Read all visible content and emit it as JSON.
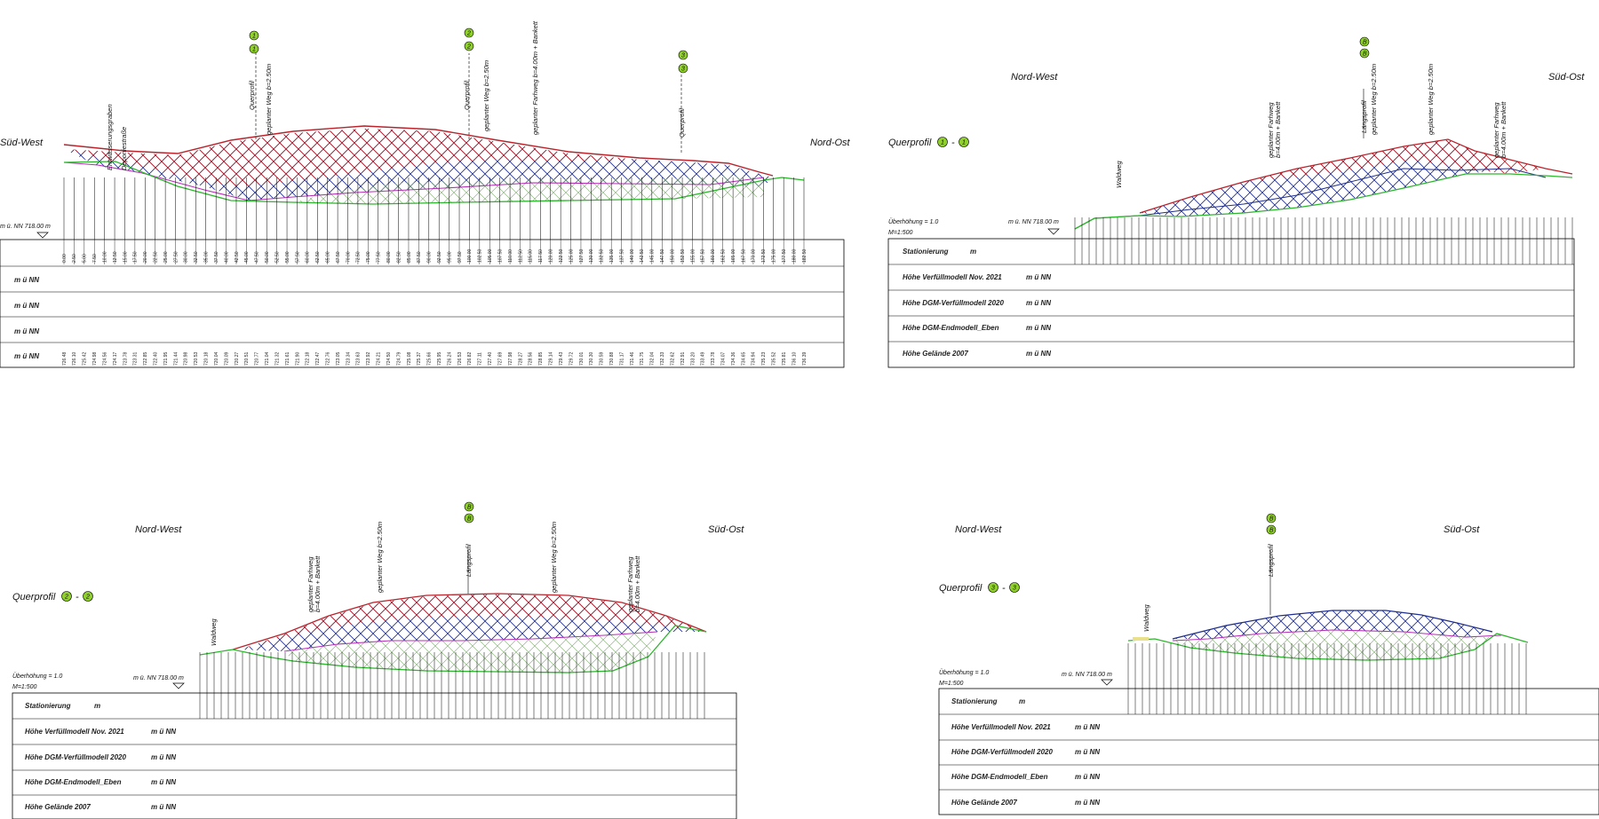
{
  "colors": {
    "fill_red": "#b8232c",
    "fill_blue": "#1f2e8c",
    "fill_green": "#6a9a5a",
    "line_green": "#2db52d",
    "line_magenta": "#b52fb5",
    "badge_green": "#8fd12a"
  },
  "row_labels": [
    "Stationierung",
    "Höhe Verfüllmodell Nov. 2021",
    "Höhe DGM-Verfüllmodell 2020",
    "Höhe DGM-Endmodell_Eben",
    "Höhe Gelände 2007"
  ],
  "units": {
    "station": "m",
    "height": "m ü NN"
  },
  "scale": {
    "exaggeration": "Überhöhung = 1.0",
    "ratio": "M=1:500"
  },
  "datum_label": "m ü. NN 718.00 m",
  "badges": {
    "p1": "1",
    "p2": "2",
    "p3": "3",
    "pB": "B"
  },
  "profiles": [
    {
      "id": "langsprofil",
      "left_dir": "Süd-West",
      "right_dir": "Nord-Ost",
      "title": "",
      "annotations": [
        {
          "id": "entw",
          "text": "Entwässerungsgraben"
        },
        {
          "id": "depo",
          "text": "Deponiestraße"
        },
        {
          "id": "q1",
          "text": "Querprofil"
        },
        {
          "id": "w1",
          "text": "geplanter Weg b=2.50m"
        },
        {
          "id": "q2",
          "text": "Querprofil"
        },
        {
          "id": "w2",
          "text": "geplanter Weg b=2.50m"
        },
        {
          "id": "f1",
          "text": "geplanter Farhweg b=4.00m + Bankett"
        },
        {
          "id": "q3",
          "text": "Querprofil"
        }
      ]
    },
    {
      "id": "querprofil_1",
      "left_dir": "Nord-West",
      "right_dir": "Süd-Ost",
      "title": "Querprofil",
      "annotations": [
        {
          "id": "wald",
          "text": "Waldweg"
        },
        {
          "id": "fa1",
          "text": "geplanter Farhweg"
        },
        {
          "id": "fa1b",
          "text": "b=4.00m + Bankett"
        },
        {
          "id": "lp",
          "text": "Längsprofil"
        },
        {
          "id": "wg",
          "text": "geplanter Weg b=2.50m"
        },
        {
          "id": "wg2",
          "text": "geplanter Weg b=2.50m"
        },
        {
          "id": "fa2",
          "text": "geplanter Farhweg"
        },
        {
          "id": "fa2b",
          "text": "b=4.00m + Bankett"
        }
      ]
    },
    {
      "id": "querprofil_2",
      "left_dir": "Nord-West",
      "right_dir": "Süd-Ost",
      "title": "Querprofil",
      "annotations": [
        {
          "id": "wald",
          "text": "Waldweg"
        },
        {
          "id": "fa1",
          "text": "geplanter Farhweg"
        },
        {
          "id": "fa1b",
          "text": "b=4.00m + Bankett"
        },
        {
          "id": "wg",
          "text": "geplanter Weg b=2.50m"
        },
        {
          "id": "lp",
          "text": "Längsprofil"
        },
        {
          "id": "wg2",
          "text": "geplanter Weg b=2.50m"
        },
        {
          "id": "fa2",
          "text": "geplanter Farhweg"
        },
        {
          "id": "fa2b",
          "text": "b=4.00m + Bankett"
        }
      ]
    },
    {
      "id": "querprofil_3",
      "left_dir": "Nord-West",
      "right_dir": "Süd-Ost",
      "title": "Querprofil",
      "annotations": [
        {
          "id": "wald",
          "text": "Waldweg"
        },
        {
          "id": "lp",
          "text": "Längsprofil"
        }
      ]
    }
  ],
  "langsprofil_stations": [
    "0.00",
    "2.50",
    "5.00",
    "7.50",
    "10.00",
    "12.50",
    "15.00",
    "17.50",
    "20.00",
    "22.50",
    "25.00",
    "27.50",
    "30.00",
    "32.50",
    "35.00",
    "37.50",
    "40.00",
    "42.50",
    "45.00",
    "47.50",
    "50.00",
    "52.50",
    "55.00",
    "57.50",
    "60.00",
    "62.50",
    "65.00",
    "67.50",
    "70.00",
    "72.50",
    "75.00",
    "77.50",
    "80.00",
    "82.50",
    "85.00",
    "87.50",
    "90.00",
    "92.50",
    "95.00",
    "97.50",
    "100.00",
    "102.50",
    "105.00",
    "107.50",
    "110.00",
    "112.50",
    "115.00",
    "117.50",
    "120.00",
    "122.50",
    "125.00",
    "127.50",
    "130.00",
    "132.50",
    "135.00",
    "137.50",
    "140.00",
    "142.50",
    "145.00",
    "147.50",
    "150.00",
    "152.50",
    "155.00",
    "157.50",
    "160.00",
    "162.50",
    "165.00",
    "167.50",
    "170.00",
    "172.50",
    "175.00",
    "177.50",
    "180.00",
    "182.50"
  ],
  "langsprofil_ground": [
    "726.48",
    "726.10",
    "725.42",
    "724.98",
    "724.56",
    "724.17",
    "723.78",
    "723.31",
    "722.85",
    "722.40",
    "721.95",
    "721.44",
    "720.98",
    "720.53",
    "720.18",
    "720.04",
    "720.09",
    "720.27",
    "720.51",
    "720.77",
    "721.04",
    "721.32",
    "721.61",
    "721.90",
    "722.18",
    "722.47",
    "722.76",
    "723.05",
    "723.34",
    "723.63",
    "723.92",
    "724.21",
    "724.50",
    "724.79",
    "725.08",
    "725.37",
    "725.66",
    "725.95",
    "726.24",
    "726.53",
    "726.82",
    "727.11",
    "727.40",
    "727.69",
    "727.98",
    "728.27",
    "728.56",
    "728.85",
    "729.14",
    "729.43",
    "729.72",
    "730.01",
    "730.30",
    "730.59",
    "730.88",
    "731.17",
    "731.46",
    "731.75",
    "732.04",
    "732.33",
    "732.62",
    "732.91",
    "733.20",
    "733.49",
    "733.78",
    "734.07",
    "734.36",
    "734.65",
    "734.94",
    "735.23",
    "735.52",
    "735.81",
    "736.10",
    "736.39"
  ]
}
